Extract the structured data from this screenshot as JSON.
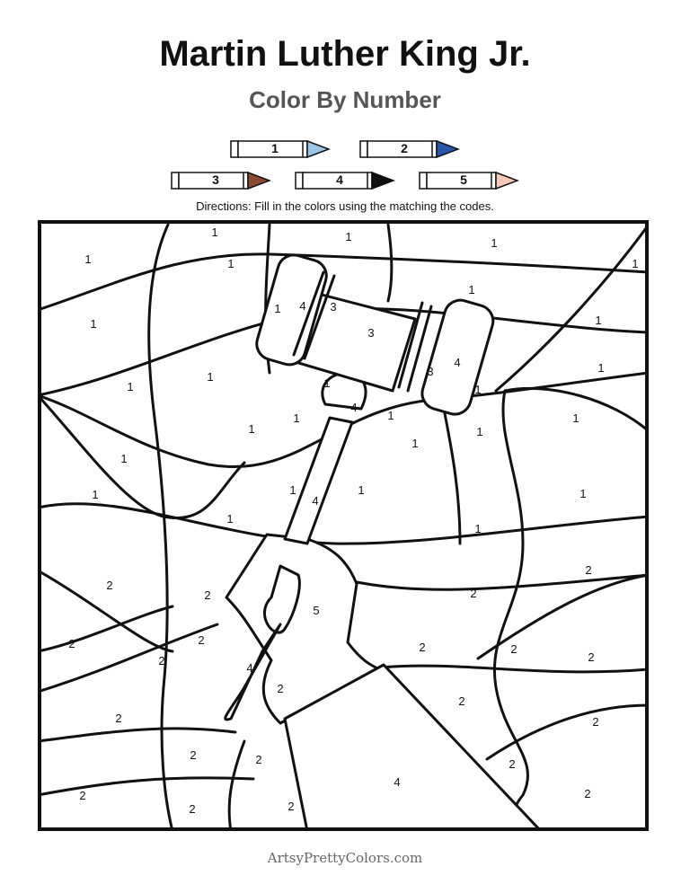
{
  "header": {
    "title": "Martin Luther King Jr.",
    "subtitle": "Color By Number"
  },
  "legend": [
    {
      "number": "1",
      "color": "#9cc6e8"
    },
    {
      "number": "2",
      "color": "#2a57a8"
    },
    {
      "number": "3",
      "color": "#8b4a32"
    },
    {
      "number": "4",
      "color": "#111111"
    },
    {
      "number": "5",
      "color": "#f6c9bb"
    }
  ],
  "directions": "Directions: Fill in the colors using the matching the codes.",
  "region_labels": [
    "1",
    "2",
    "3",
    "4",
    "5"
  ],
  "footer": "ArtsyPrettyColors.com"
}
